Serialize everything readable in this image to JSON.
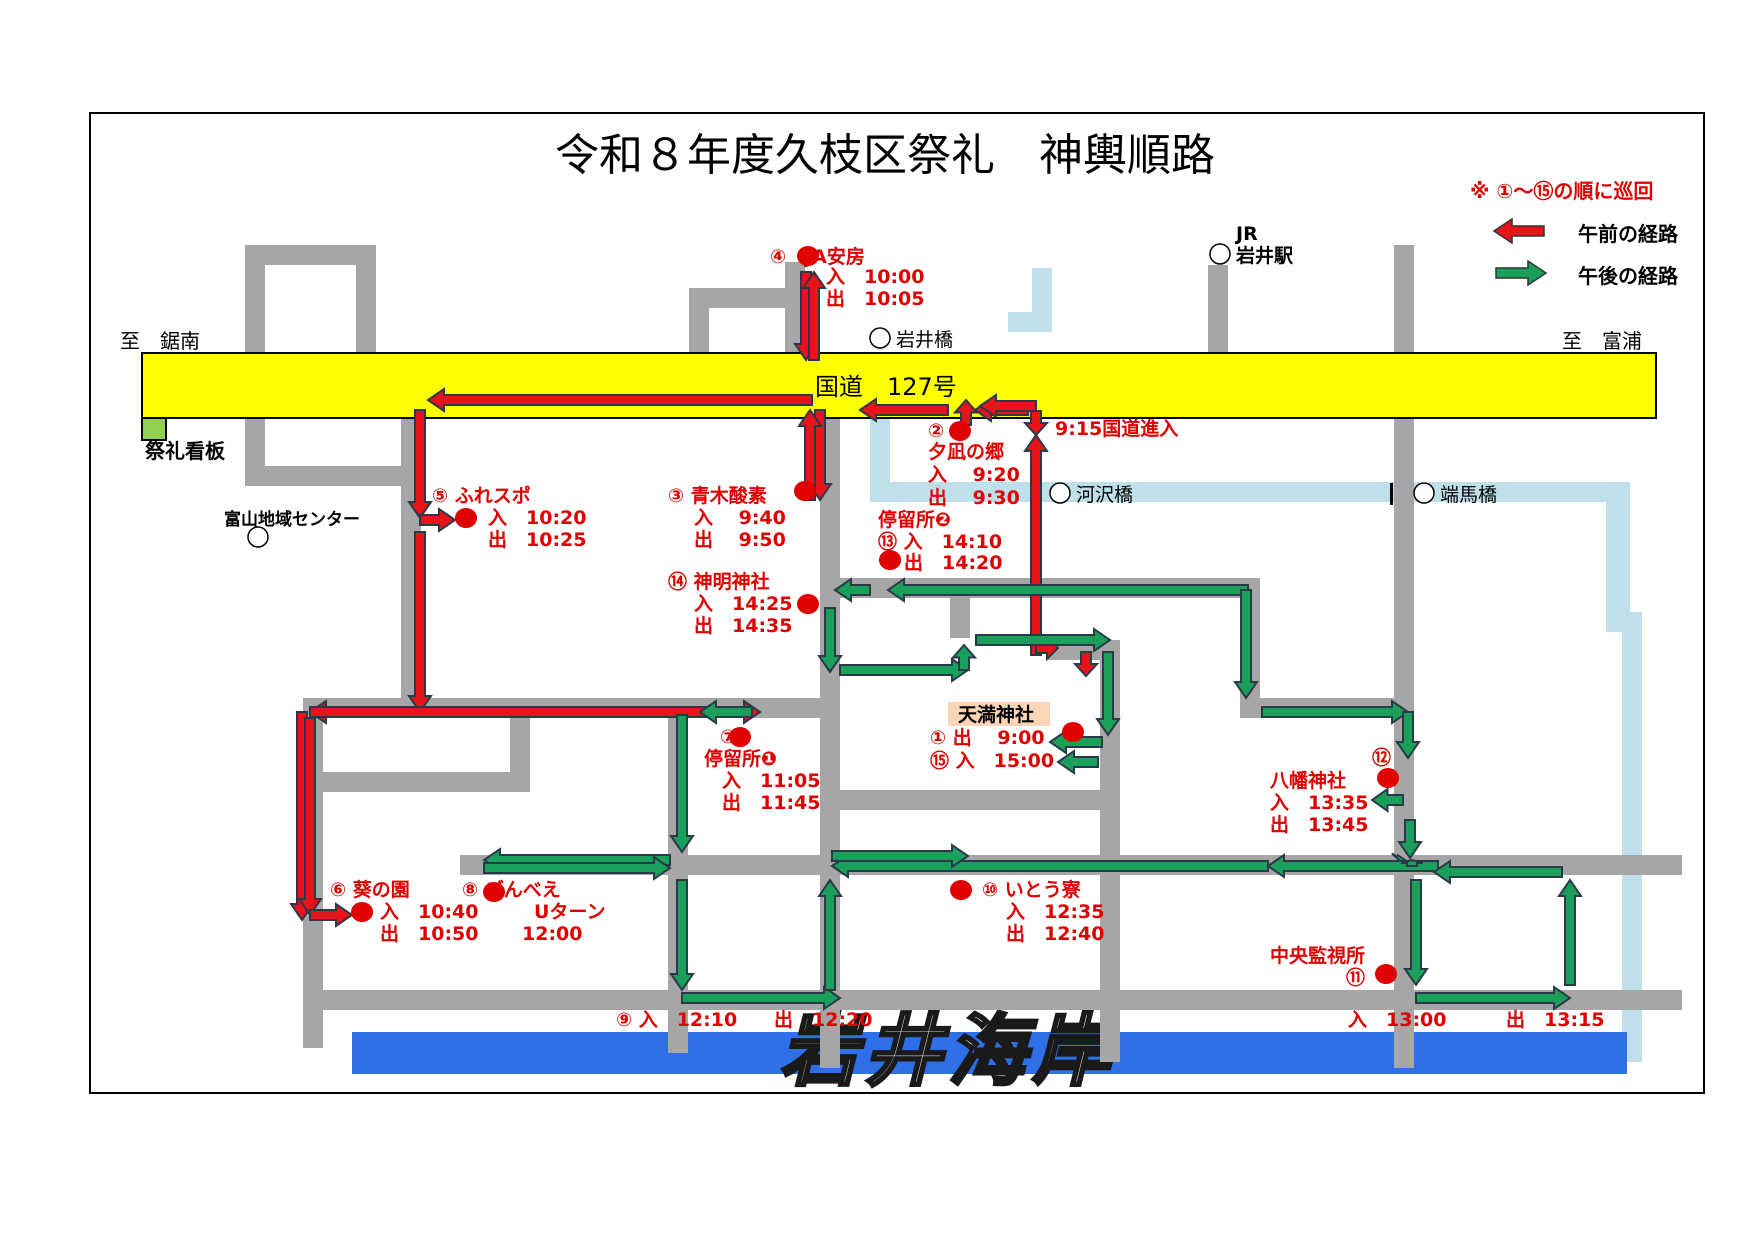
{
  "title": "令和８年度久枝区祭礼　神輿順路",
  "note": "※ ①～⑮の順に巡回",
  "legend": {
    "morning": "午前の経路",
    "afternoon": "午後の経路",
    "morning_color": "#e8141a",
    "afternoon_color": "#1aa05a"
  },
  "colors": {
    "highway": "#ffff00",
    "road": "#a6a6a6",
    "river": "#bfe0ea",
    "sea": "#2f6fe8",
    "marker": "#e00000"
  },
  "places": {
    "to_gantan": "至　鋸南",
    "to_tomiura": "至　富浦",
    "jr": "JR",
    "iwai_station": "岩井駅",
    "iwai_bridge": "岩井橋",
    "kazawa_bridge": "河沢橋",
    "hashima_bridge": "端馬橋",
    "tomiyama_center": "富山地域センター",
    "sign": "祭礼看板",
    "highway": "国道　127号",
    "sea": "岩井海岸"
  },
  "stops": {
    "s4": {
      "name": "④　JA安房",
      "in": "入　10:00",
      "out": "出　10:05"
    },
    "s2": {
      "name": "②",
      "name2": "夕凪の郷",
      "in": "入　 9:20",
      "out": "出　 9:30"
    },
    "s2_note": "9:15国道進入",
    "s3": {
      "name": "③ 青木酸素",
      "in": "入　 9:40",
      "out": "出　 9:50"
    },
    "s5": {
      "name": "⑤ ふれスポ",
      "in": "入　10:20",
      "out": "出　10:25"
    },
    "stop2": {
      "name": "停留所❷",
      "in": "⑬ 入　14:10",
      "out": "出　14:20"
    },
    "s14": {
      "name": "⑭ 神明神社",
      "in": "入　14:25",
      "out": "出　14:35"
    },
    "tenman": {
      "name": "天満神社",
      "in": "① 出　 9:00",
      "out": "⑮ 入　15:00"
    },
    "s7": {
      "num": "⑦",
      "name": "停留所❶",
      "in": "入　11:05",
      "out": "出　11:45"
    },
    "s12": {
      "num": "⑫",
      "name": "八幡神社",
      "in": "入　13:35",
      "out": "出　13:45"
    },
    "s6": {
      "name": "⑥ 葵の園",
      "in": "入　10:40",
      "out": "出　10:50"
    },
    "s8": {
      "name": "⑧ ごんべえ",
      "uturn": "Uターン",
      "time": "12:00"
    },
    "s10": {
      "name": "⑩ いとう寮",
      "in": "入　12:35",
      "out": "出　12:40"
    },
    "s11": {
      "name": "中央監視所",
      "num": "⑪"
    },
    "s9": {
      "in": "⑨ 入　12:10",
      "out": "出　12:20"
    },
    "s11_times": {
      "in": "入　13:00",
      "out": "出　13:15"
    }
  }
}
